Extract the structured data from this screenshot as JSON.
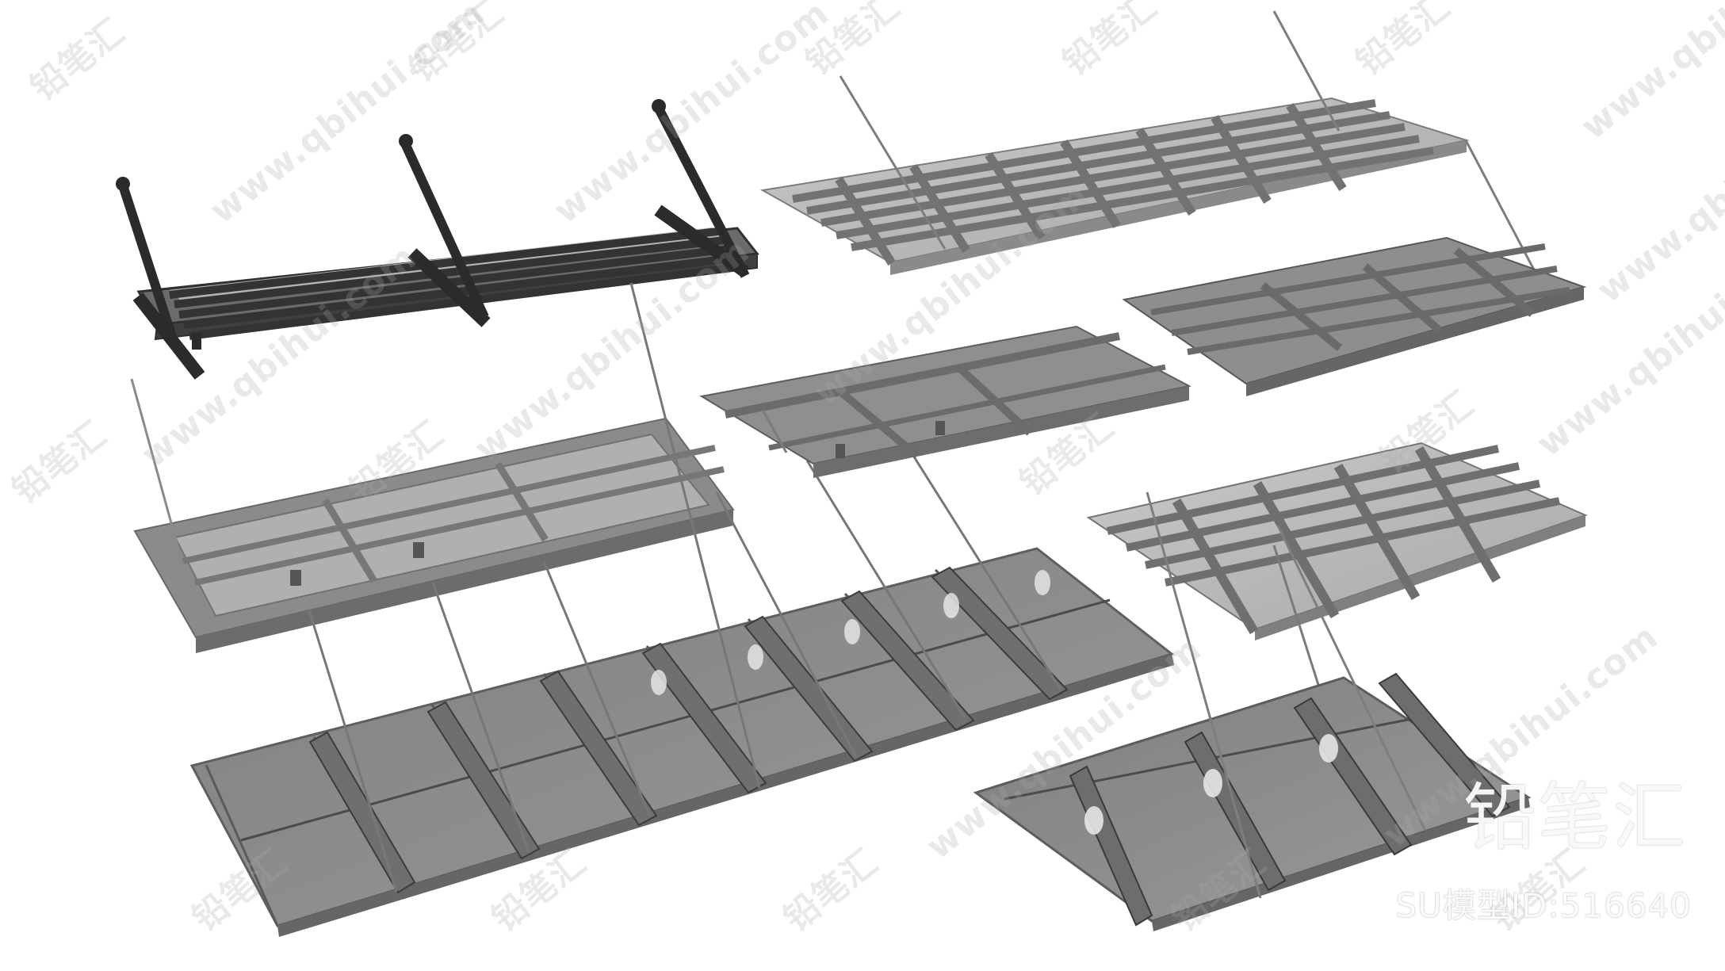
{
  "watermarks": {
    "cn": "铅笔汇",
    "url": "www.qbihui.com"
  },
  "brand": {
    "name": "铅笔汇",
    "model_id": "SU模型ID:516640"
  },
  "colors": {
    "background": "#ffffff",
    "glass": "#8e8e8e",
    "glass_light": "#b9b9b9",
    "frame": "#6f6f6f",
    "dark_frame": "#3c3c3c",
    "rod": "#8a8a8a"
  }
}
